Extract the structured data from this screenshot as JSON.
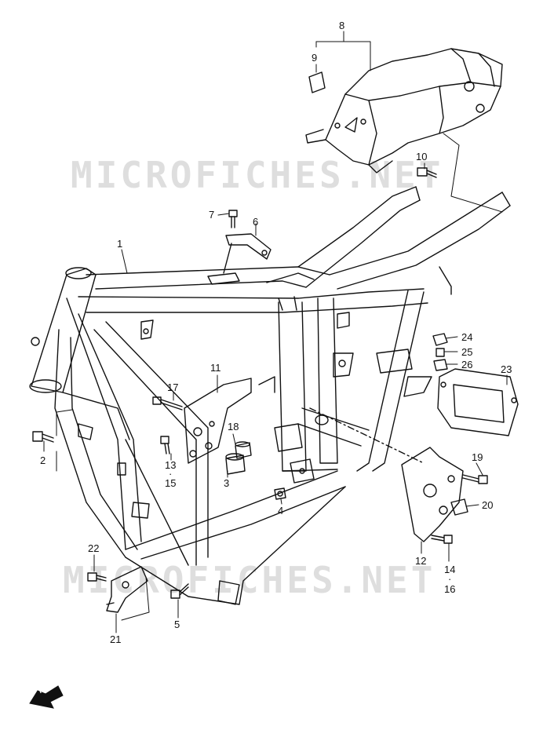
{
  "watermarks": [
    "MICROFICHES.NET",
    "MICROFICHES.NET"
  ],
  "fwd_label": "FWD",
  "callouts": [
    {
      "n": "1"
    },
    {
      "n": "2"
    },
    {
      "n": "3"
    },
    {
      "n": "4"
    },
    {
      "n": "5"
    },
    {
      "n": "6"
    },
    {
      "n": "7"
    },
    {
      "n": "8"
    },
    {
      "n": "9"
    },
    {
      "n": "10"
    },
    {
      "n": "11"
    },
    {
      "n": "12"
    },
    {
      "n": "13"
    },
    {
      "n": "14"
    },
    {
      "n": "15"
    },
    {
      "n": "16"
    },
    {
      "n": "17"
    },
    {
      "n": "18"
    },
    {
      "n": "19"
    },
    {
      "n": "20"
    },
    {
      "n": "21"
    },
    {
      "n": "22"
    },
    {
      "n": "23"
    },
    {
      "n": "24"
    },
    {
      "n": "25"
    },
    {
      "n": "26"
    }
  ]
}
